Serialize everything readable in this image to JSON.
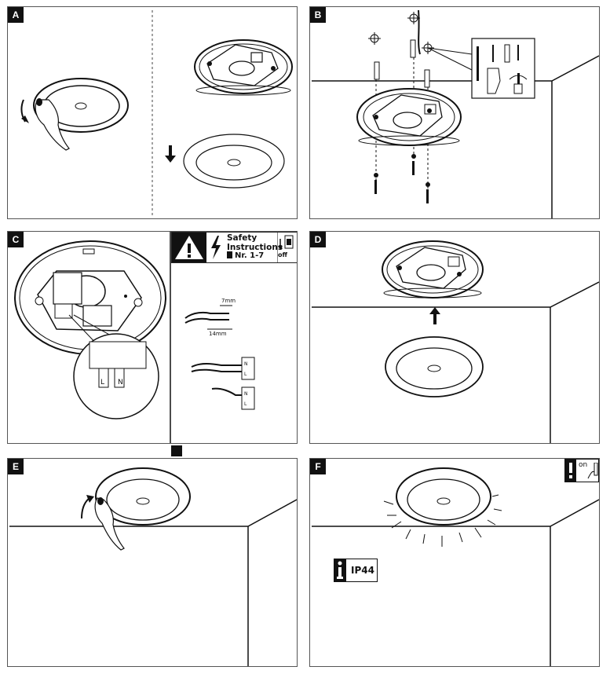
{
  "panels": {
    "a": {
      "label": "A"
    },
    "b": {
      "label": "B"
    },
    "c": {
      "label": "C",
      "dim_strip": "7mm",
      "dim_length": "14mm",
      "terminal_l": "L",
      "terminal_n": "N",
      "term_mark_1": "N",
      "term_mark_2": "L",
      "term_mark_3": "N",
      "term_mark_4": "L"
    },
    "d": {
      "label": "D"
    },
    "e": {
      "label": "E"
    },
    "f": {
      "label": "F",
      "ip_rating": "IP44",
      "switch_on": "on"
    }
  },
  "safety": {
    "title_line1": "Safety",
    "title_line2": "Instructions",
    "reference": "Nr. 1-7",
    "switch_off": "off"
  },
  "icons": [
    "warning-triangle-icon",
    "lightning-icon",
    "book-icon",
    "info-icon",
    "exclamation-icon",
    "hand-icon",
    "switch-icon",
    "arrow-icon",
    "crosshair-icon",
    "screw-icon",
    "drill-icon",
    "screwdriver-icon"
  ]
}
